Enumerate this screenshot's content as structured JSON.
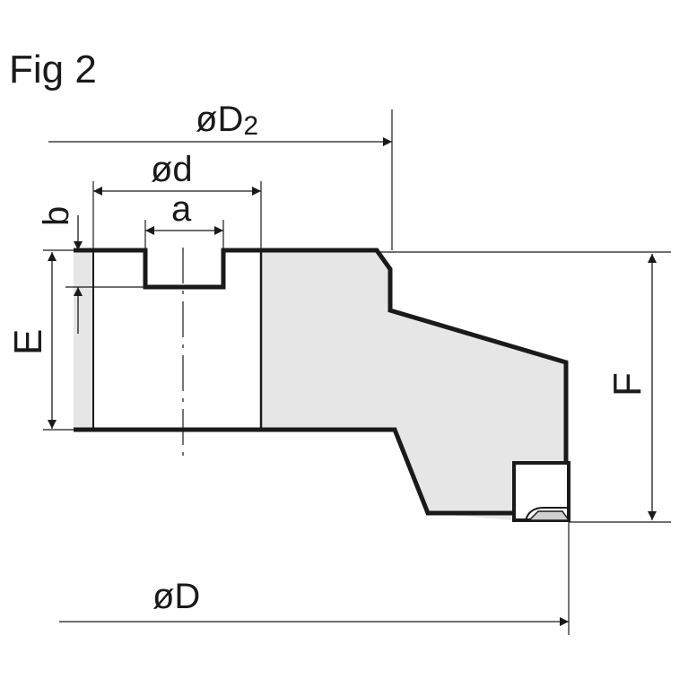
{
  "figure": {
    "title": "Fig 2"
  },
  "dimensions": {
    "D2": {
      "symbol": "ø",
      "letter": "D",
      "subscript": "2"
    },
    "d": "ød",
    "a": "a",
    "b": "b",
    "E": "E",
    "F": "F",
    "D": "øD"
  },
  "colors": {
    "body_fill": "#e6e6e6",
    "outline": "#1a1a1a",
    "insert_fill": "#ffffff"
  }
}
